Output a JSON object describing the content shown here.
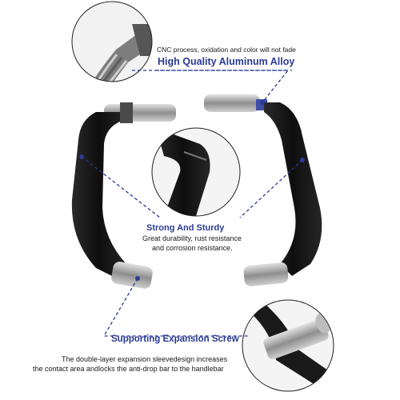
{
  "colors": {
    "accent": "#2b3a93",
    "lever": "#141414",
    "metal": "#9a9a9a",
    "text": "#1a1a1a"
  },
  "features": {
    "aluminum": {
      "note": "CNC process, oxidation and color will not fade",
      "heading": "High Quality Aluminum Alloy"
    },
    "sturdy": {
      "heading": "Strong And Sturdy",
      "line1": "Great durability, rust resistance",
      "line2": "and corrosion resistance."
    },
    "screw": {
      "heading": "Supporting Expansion Screw",
      "line1": "The double-layer expansion sleevedesign increases",
      "line2": "the contact area andlocks the anti-drop bar to the handlebar"
    }
  }
}
